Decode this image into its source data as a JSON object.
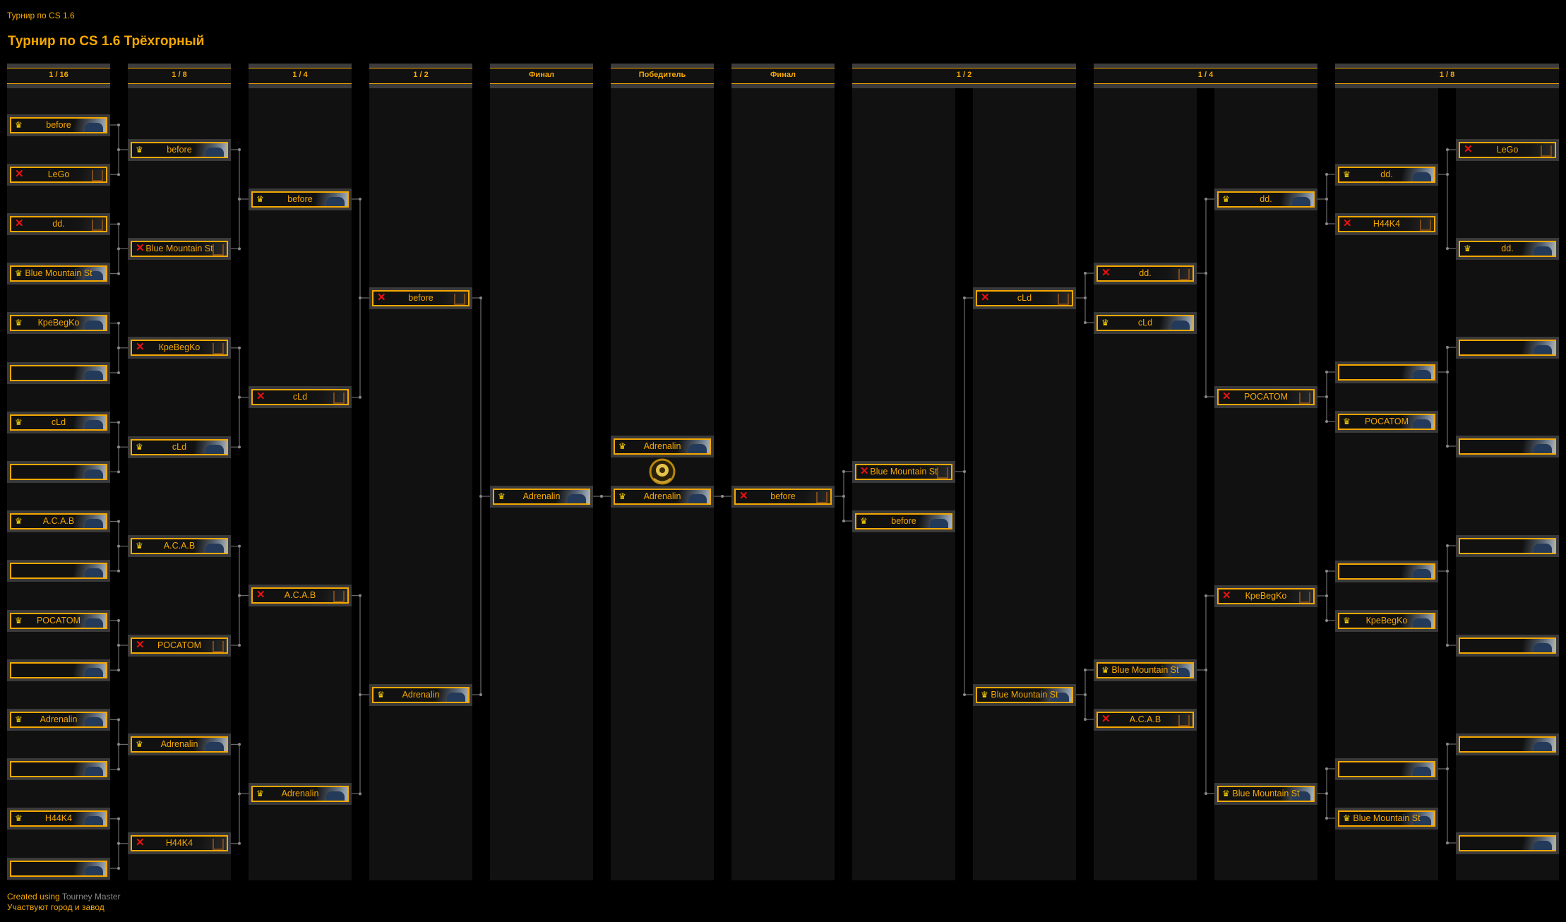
{
  "page": {
    "small_title": "Турнир по CS 1.6",
    "title": "Турнир по CS 1.6 Трёхгорный"
  },
  "headers": [
    "1 / 16",
    "1 / 8",
    "1 / 4",
    "1 / 2",
    "Финал",
    "Победитель",
    "Финал",
    "1 / 2",
    "1 / 4",
    "1 / 8"
  ],
  "columns": [
    {
      "slots": [
        {
          "name": "before",
          "status": "win"
        },
        {
          "name": "LeGo",
          "status": "loss"
        },
        {
          "name": "dd.",
          "status": "loss"
        },
        {
          "name": "Blue Mountain St",
          "status": "win"
        },
        {
          "name": "КреBegKo",
          "status": "win"
        },
        {
          "name": "",
          "status": "empty"
        },
        {
          "name": "cLd",
          "status": "win"
        },
        {
          "name": "",
          "status": "empty"
        },
        {
          "name": "A.C.A.B",
          "status": "win"
        },
        {
          "name": "",
          "status": "empty"
        },
        {
          "name": "POCATOM",
          "status": "win"
        },
        {
          "name": "",
          "status": "empty"
        },
        {
          "name": "Adrenalin",
          "status": "win"
        },
        {
          "name": "",
          "status": "empty"
        },
        {
          "name": "H44K4",
          "status": "win"
        },
        {
          "name": "",
          "status": "empty"
        }
      ]
    },
    {
      "slots": [
        {
          "name": "before",
          "status": "win"
        },
        {
          "name": "Blue Mountain St",
          "status": "loss"
        },
        {
          "name": "КреBegKo",
          "status": "loss"
        },
        {
          "name": "cLd",
          "status": "win"
        },
        {
          "name": "A.C.A.B",
          "status": "win"
        },
        {
          "name": "POCATOM",
          "status": "loss"
        },
        {
          "name": "Adrenalin",
          "status": "win"
        },
        {
          "name": "H44K4",
          "status": "loss"
        }
      ]
    },
    {
      "slots": [
        {
          "name": "before",
          "status": "win"
        },
        {
          "name": "cLd",
          "status": "loss"
        },
        {
          "name": "A.C.A.B",
          "status": "loss"
        },
        {
          "name": "Adrenalin",
          "status": "win"
        }
      ]
    },
    {
      "slots": [
        {
          "name": "before",
          "status": "loss"
        },
        {
          "name": "Adrenalin",
          "status": "win"
        }
      ]
    },
    {
      "slots": [
        {
          "name": "Adrenalin",
          "status": "win"
        }
      ]
    },
    {
      "slots": [
        {
          "name": "Adrenalin",
          "status": "win"
        },
        {
          "name": "Adrenalin",
          "status": "win"
        }
      ]
    },
    {
      "slots": [
        {
          "name": "before",
          "status": "loss"
        }
      ]
    },
    {
      "slots": [
        {
          "name": "Blue Mountain St",
          "status": "loss"
        },
        {
          "name": "before",
          "status": "win"
        }
      ]
    },
    {
      "slots": [
        {
          "name": "cLd",
          "status": "loss"
        },
        {
          "name": "Blue Mountain St",
          "status": "win"
        }
      ]
    },
    {
      "slots": [
        {
          "name": "dd.",
          "status": "loss"
        },
        {
          "name": "cLd",
          "status": "win"
        },
        {
          "name": "Blue Mountain St",
          "status": "win"
        },
        {
          "name": "A.C.A.B",
          "status": "loss"
        }
      ]
    },
    {
      "slots": [
        {
          "name": "dd.",
          "status": "win"
        },
        {
          "name": "POCATOM",
          "status": "loss"
        },
        {
          "name": "КреBegKo",
          "status": "loss"
        },
        {
          "name": "Blue Mountain St",
          "status": "win"
        }
      ]
    },
    {
      "slots": [
        {
          "name": "dd.",
          "status": "win"
        },
        {
          "name": "H44K4",
          "status": "loss"
        },
        {
          "name": "",
          "status": "empty"
        },
        {
          "name": "POCATOM",
          "status": "win"
        },
        {
          "name": "",
          "status": "empty"
        },
        {
          "name": "КреBegKo",
          "status": "win"
        },
        {
          "name": "",
          "status": "empty"
        },
        {
          "name": "Blue Mountain St",
          "status": "win"
        }
      ]
    },
    {
      "slots": [
        {
          "name": "LeGo",
          "status": "loss"
        },
        {
          "name": "dd.",
          "status": "win"
        },
        {
          "name": "",
          "status": "empty"
        },
        {
          "name": "",
          "status": "empty"
        },
        {
          "name": "",
          "status": "empty"
        },
        {
          "name": "",
          "status": "empty"
        },
        {
          "name": "",
          "status": "empty"
        },
        {
          "name": "",
          "status": "empty"
        }
      ]
    }
  ],
  "footer": {
    "created_prefix": "Created using",
    "created_link": "Tourney Master",
    "note": "Участвуют город и завод"
  },
  "colors": {
    "accent": "#f5a800",
    "loss": "#f01010",
    "crown": "#ffd400"
  }
}
